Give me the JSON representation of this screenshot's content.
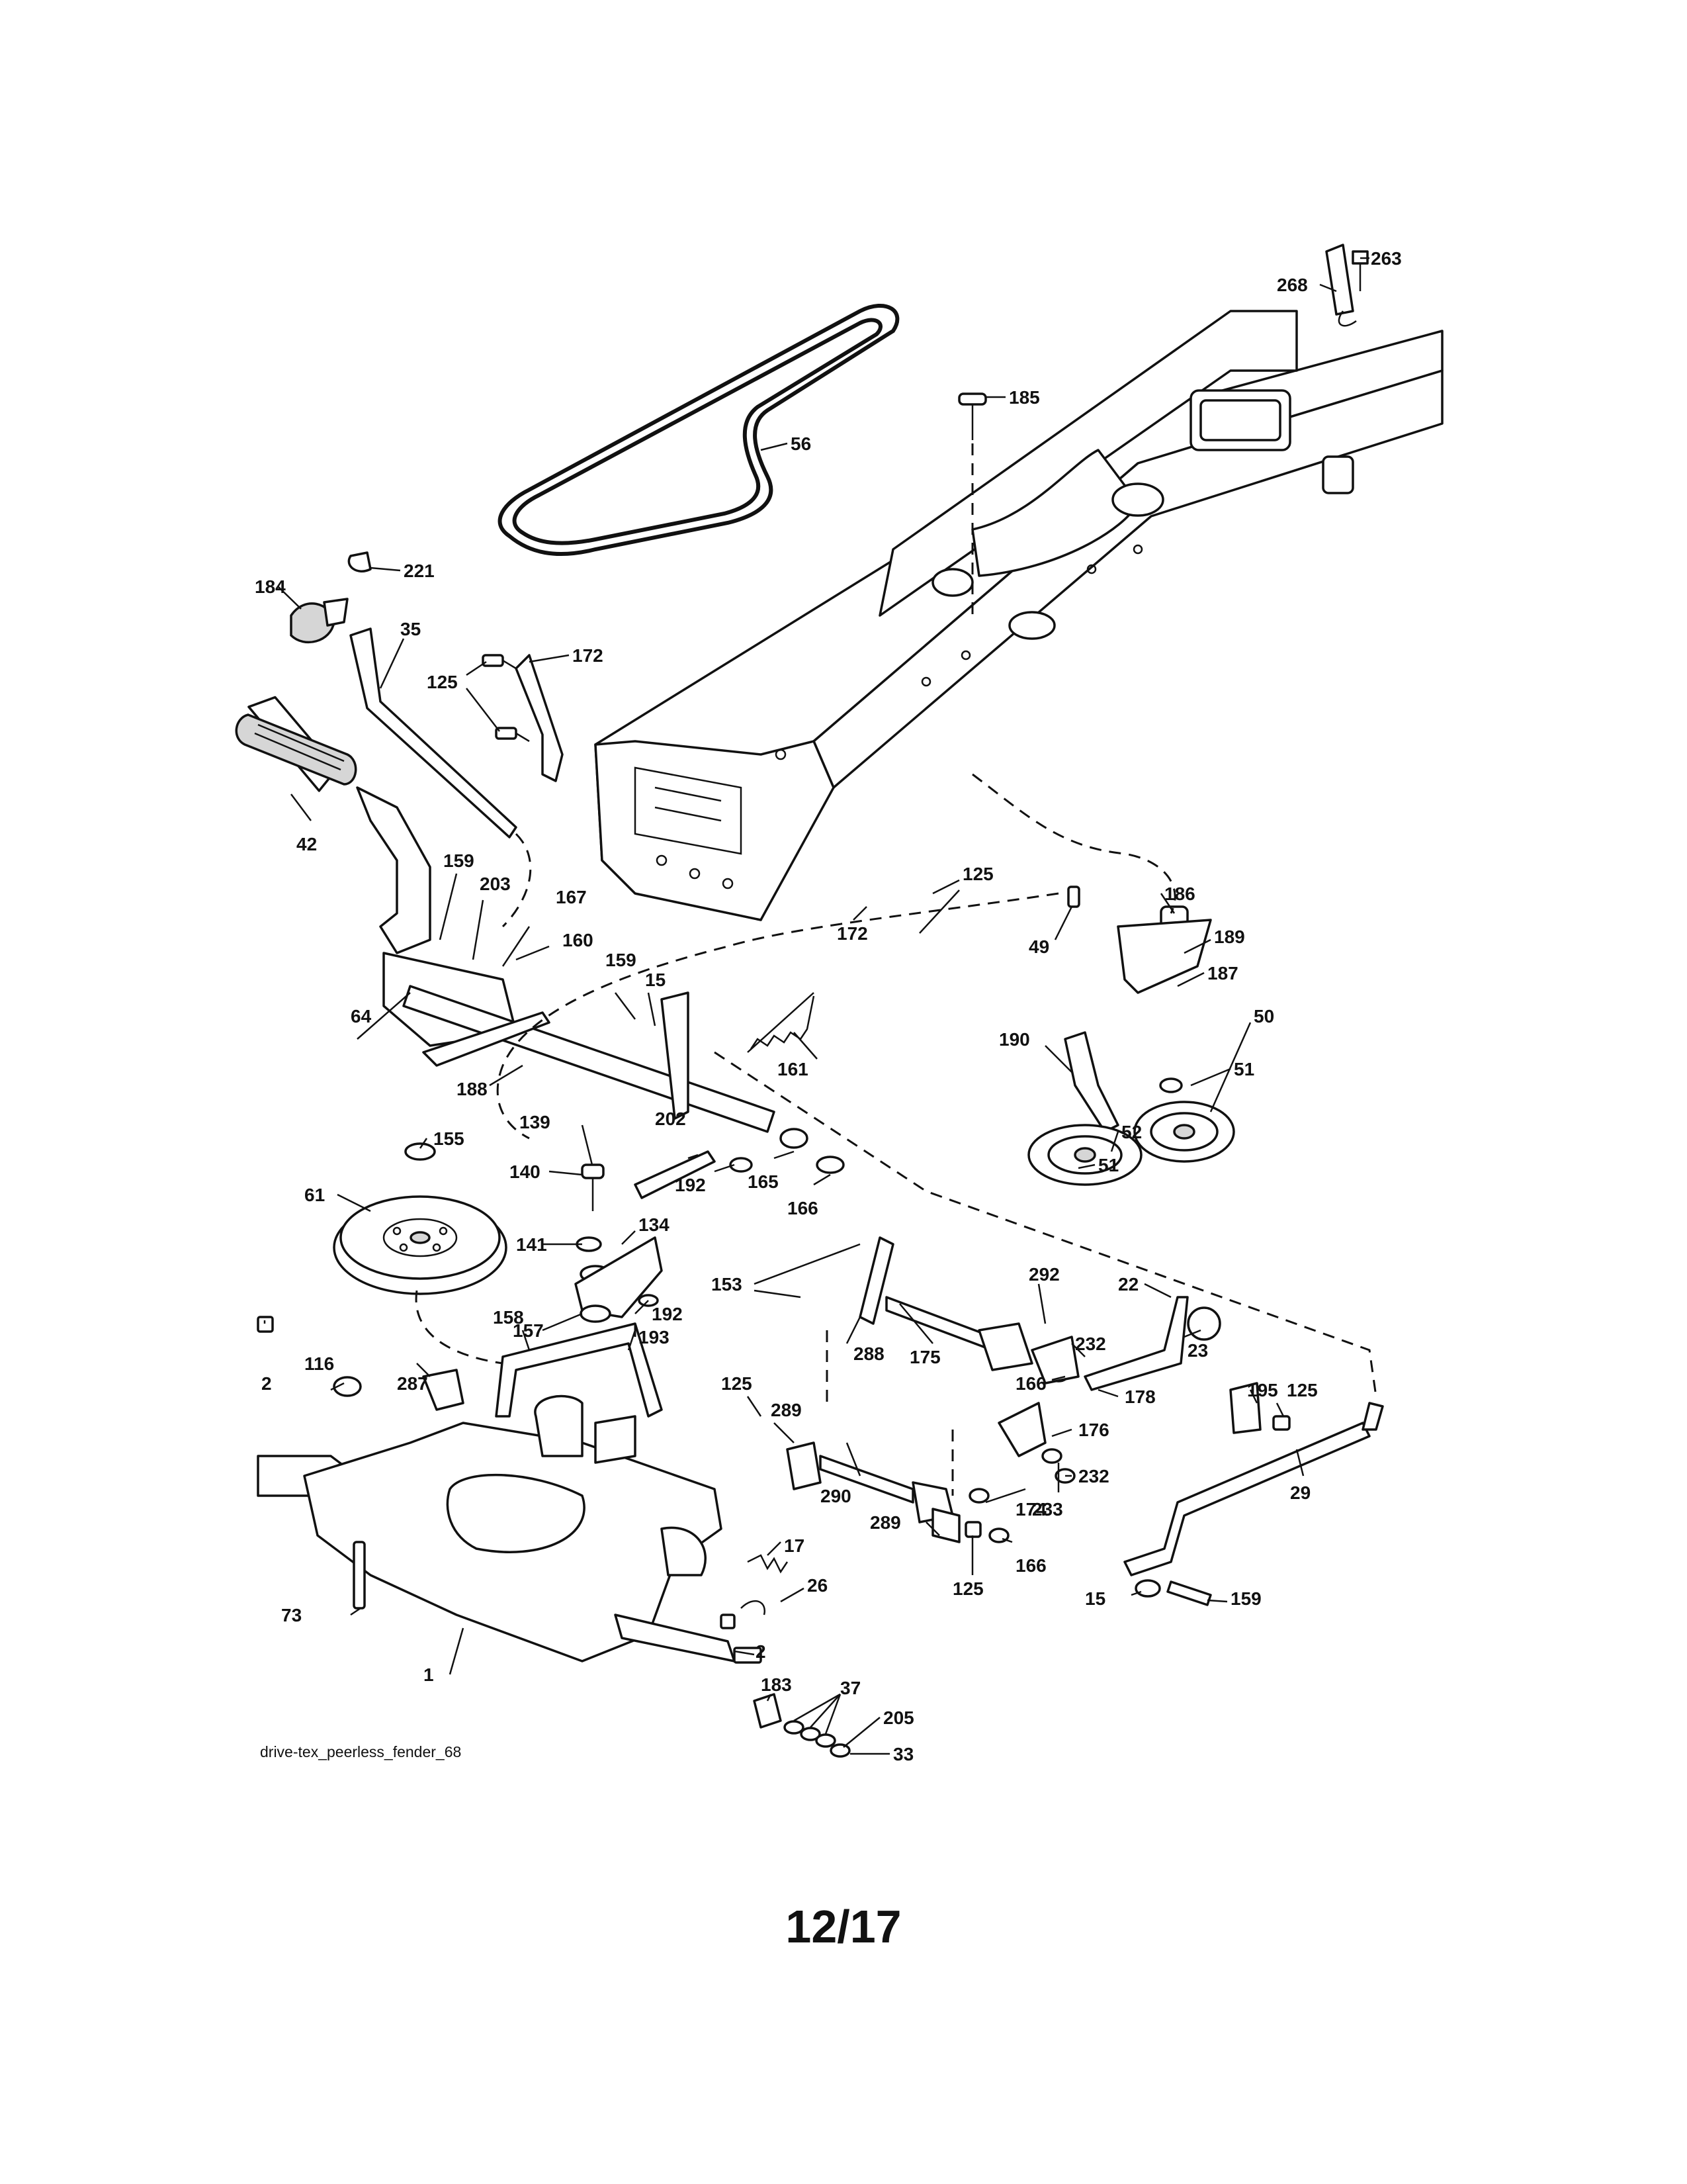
{
  "diagram": {
    "caption": "drive-tex_peerless_fender_68",
    "page_number": "12/17",
    "callouts": [
      {
        "id": "263",
        "label": "263"
      },
      {
        "id": "268",
        "label": "268"
      },
      {
        "id": "185",
        "label": "185"
      },
      {
        "id": "56",
        "label": "56"
      },
      {
        "id": "221",
        "label": "221"
      },
      {
        "id": "184",
        "label": "184"
      },
      {
        "id": "35",
        "label": "35"
      },
      {
        "id": "172a",
        "label": "172"
      },
      {
        "id": "125a",
        "label": "125"
      },
      {
        "id": "42",
        "label": "42"
      },
      {
        "id": "159a",
        "label": "159"
      },
      {
        "id": "203",
        "label": "203"
      },
      {
        "id": "167",
        "label": "167"
      },
      {
        "id": "160",
        "label": "160"
      },
      {
        "id": "64",
        "label": "64"
      },
      {
        "id": "159b",
        "label": "159"
      },
      {
        "id": "15a",
        "label": "15"
      },
      {
        "id": "161",
        "label": "161"
      },
      {
        "id": "188",
        "label": "188"
      },
      {
        "id": "125b",
        "label": "125"
      },
      {
        "id": "172b",
        "label": "172"
      },
      {
        "id": "186",
        "label": "186"
      },
      {
        "id": "49",
        "label": "49"
      },
      {
        "id": "189",
        "label": "189"
      },
      {
        "id": "187",
        "label": "187"
      },
      {
        "id": "190",
        "label": "190"
      },
      {
        "id": "50",
        "label": "50"
      },
      {
        "id": "51a",
        "label": "51"
      },
      {
        "id": "52",
        "label": "52"
      },
      {
        "id": "51b",
        "label": "51"
      },
      {
        "id": "139",
        "label": "139"
      },
      {
        "id": "202",
        "label": "202"
      },
      {
        "id": "155",
        "label": "155"
      },
      {
        "id": "140",
        "label": "140"
      },
      {
        "id": "192a",
        "label": "192"
      },
      {
        "id": "165",
        "label": "165"
      },
      {
        "id": "166a",
        "label": "166"
      },
      {
        "id": "61",
        "label": "61"
      },
      {
        "id": "141",
        "label": "141"
      },
      {
        "id": "134",
        "label": "134"
      },
      {
        "id": "153",
        "label": "153"
      },
      {
        "id": "292",
        "label": "292"
      },
      {
        "id": "22",
        "label": "22"
      },
      {
        "id": "157",
        "label": "157"
      },
      {
        "id": "192b",
        "label": "192"
      },
      {
        "id": "158",
        "label": "158"
      },
      {
        "id": "288",
        "label": "288"
      },
      {
        "id": "232a",
        "label": "232"
      },
      {
        "id": "23",
        "label": "23"
      },
      {
        "id": "175",
        "label": "175"
      },
      {
        "id": "193",
        "label": "193"
      },
      {
        "id": "125c",
        "label": "125"
      },
      {
        "id": "166b",
        "label": "166"
      },
      {
        "id": "195",
        "label": "195"
      },
      {
        "id": "125d",
        "label": "125"
      },
      {
        "id": "178",
        "label": "178"
      },
      {
        "id": "116",
        "label": "116"
      },
      {
        "id": "2a",
        "label": "2"
      },
      {
        "id": "287",
        "label": "287"
      },
      {
        "id": "289a",
        "label": "289"
      },
      {
        "id": "176",
        "label": "176"
      },
      {
        "id": "232b",
        "label": "232"
      },
      {
        "id": "290",
        "label": "290"
      },
      {
        "id": "29",
        "label": "29"
      },
      {
        "id": "233",
        "label": "233"
      },
      {
        "id": "174",
        "label": "174"
      },
      {
        "id": "289b",
        "label": "289"
      },
      {
        "id": "17",
        "label": "17"
      },
      {
        "id": "166c",
        "label": "166"
      },
      {
        "id": "26",
        "label": "26"
      },
      {
        "id": "125e",
        "label": "125"
      },
      {
        "id": "15b",
        "label": "15"
      },
      {
        "id": "159c",
        "label": "159"
      },
      {
        "id": "73",
        "label": "73"
      },
      {
        "id": "1",
        "label": "1"
      },
      {
        "id": "2b",
        "label": "2"
      },
      {
        "id": "183",
        "label": "183"
      },
      {
        "id": "37",
        "label": "37"
      },
      {
        "id": "205",
        "label": "205"
      },
      {
        "id": "33",
        "label": "33"
      }
    ]
  }
}
